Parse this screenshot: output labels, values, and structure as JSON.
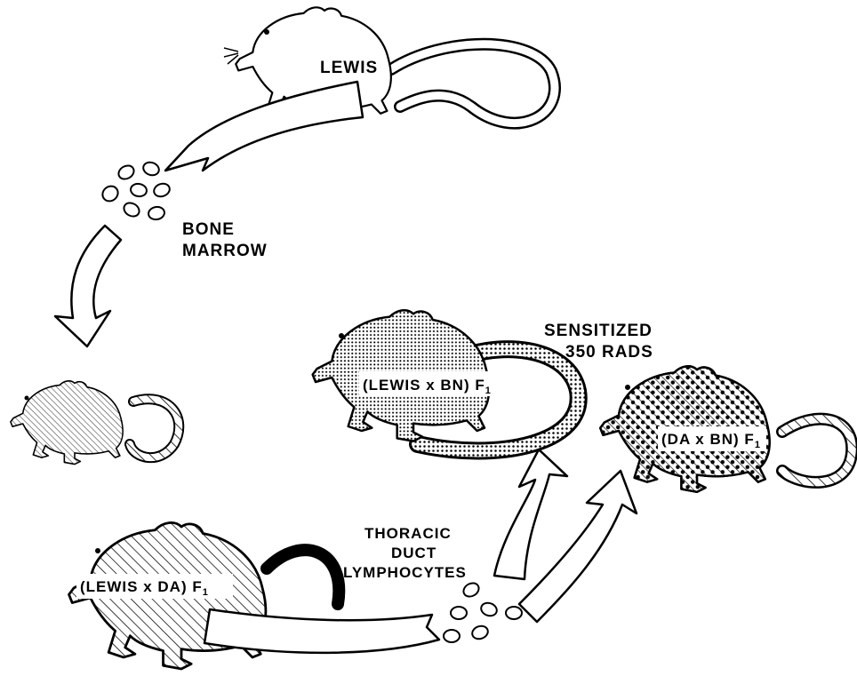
{
  "labels": {
    "lewis": "LEWIS",
    "bone_marrow_1": "BONE",
    "bone_marrow_2": "MARROW",
    "sensitized_1": "SENSITIZED",
    "sensitized_2": "350 RADS",
    "lewis_bn": "(LEWIS x BN) F",
    "da_bn": "(DA x BN) F",
    "lewis_da": "(LEWIS x DA) F",
    "f1_sub": "1",
    "thoracic_1": "THORACIC",
    "thoracic_2": "DUCT",
    "thoracic_3": "LYMPHOCYTES"
  },
  "icons": {
    "rat": "rat-icon",
    "arrow": "curved-arrow-icon",
    "cells": "cell-cluster-icon"
  },
  "colors": {
    "ink": "#000000",
    "paper": "#ffffff"
  }
}
